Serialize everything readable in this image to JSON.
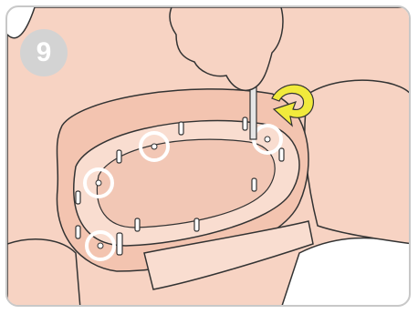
{
  "step": {
    "number": "9"
  },
  "colors": {
    "skin": "#f7d3c3",
    "skin_dark": "#efb9a6",
    "outline": "#333333",
    "frame": "#c8c8c8",
    "badge": "#d3d3d3",
    "arrow": "#f1ea3c",
    "highlight_ring": "#ffffff"
  },
  "illustration": {
    "subject": "manikin-torso-with-pins",
    "highlighted_pins": 4,
    "action": "rotate-tool-clockwise"
  }
}
